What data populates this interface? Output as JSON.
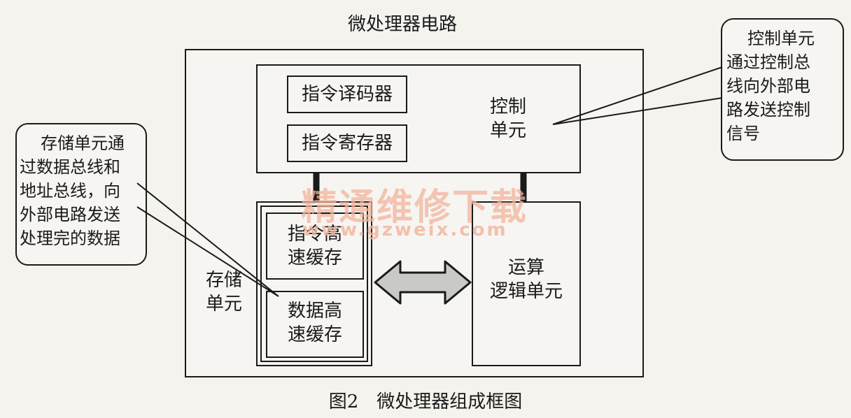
{
  "diagram": {
    "title": "微处理器电路",
    "caption": "图2　微处理器组成框图",
    "control_unit": {
      "label_lines": [
        "控制",
        "单元"
      ],
      "decoder": "指令译码器",
      "register": "指令寄存器"
    },
    "storage_unit": {
      "label_lines": [
        "存储",
        "单元"
      ],
      "instruction_cache_lines": [
        "指令高",
        "速缓存"
      ],
      "data_cache_lines": [
        "数据高",
        "速缓存"
      ]
    },
    "alu": {
      "label_lines": [
        "运算",
        "逻辑单元"
      ]
    },
    "callout_left": {
      "lines": [
        "存储单元通",
        "过数据总线和",
        "地址总线，向",
        "外部电路发送",
        "处理完的数据"
      ]
    },
    "callout_right": {
      "lines": [
        "控制单元",
        "通过控制总",
        "线向外部电",
        "路发送控制",
        "信号"
      ]
    },
    "watermark": {
      "cn": "精通维修下载",
      "url": "www.gzweix.com"
    }
  }
}
